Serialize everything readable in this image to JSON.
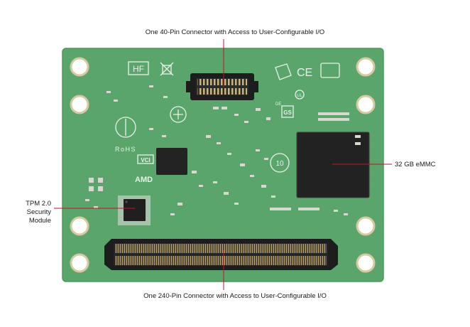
{
  "labels": {
    "top_connector": "One 40-Pin Connector with Access to User-Configurable I/O",
    "bottom_connector": "One 240-Pin Connector with Access to User-Configurable I/O",
    "emmc": "32 GB eMMC",
    "tpm_line1": "TPM 2.0 Security",
    "tpm_line2": "Module"
  },
  "board_marks": {
    "hf": "HF",
    "rohs": "RoHS",
    "vci": "VCI",
    "amd": "AMD",
    "recycle_number": "10",
    "ul": "UL",
    "de": "DE",
    "gs": "GS",
    "ce": "CE"
  },
  "colors": {
    "pcb": "#5aa56b",
    "pcb_edge": "#4a9a5c",
    "silkscreen": "#e8f2ea",
    "pin_black": "#1d1d1d",
    "pad_gold": "#d8c9a1",
    "leader_line": "#c8102e"
  }
}
